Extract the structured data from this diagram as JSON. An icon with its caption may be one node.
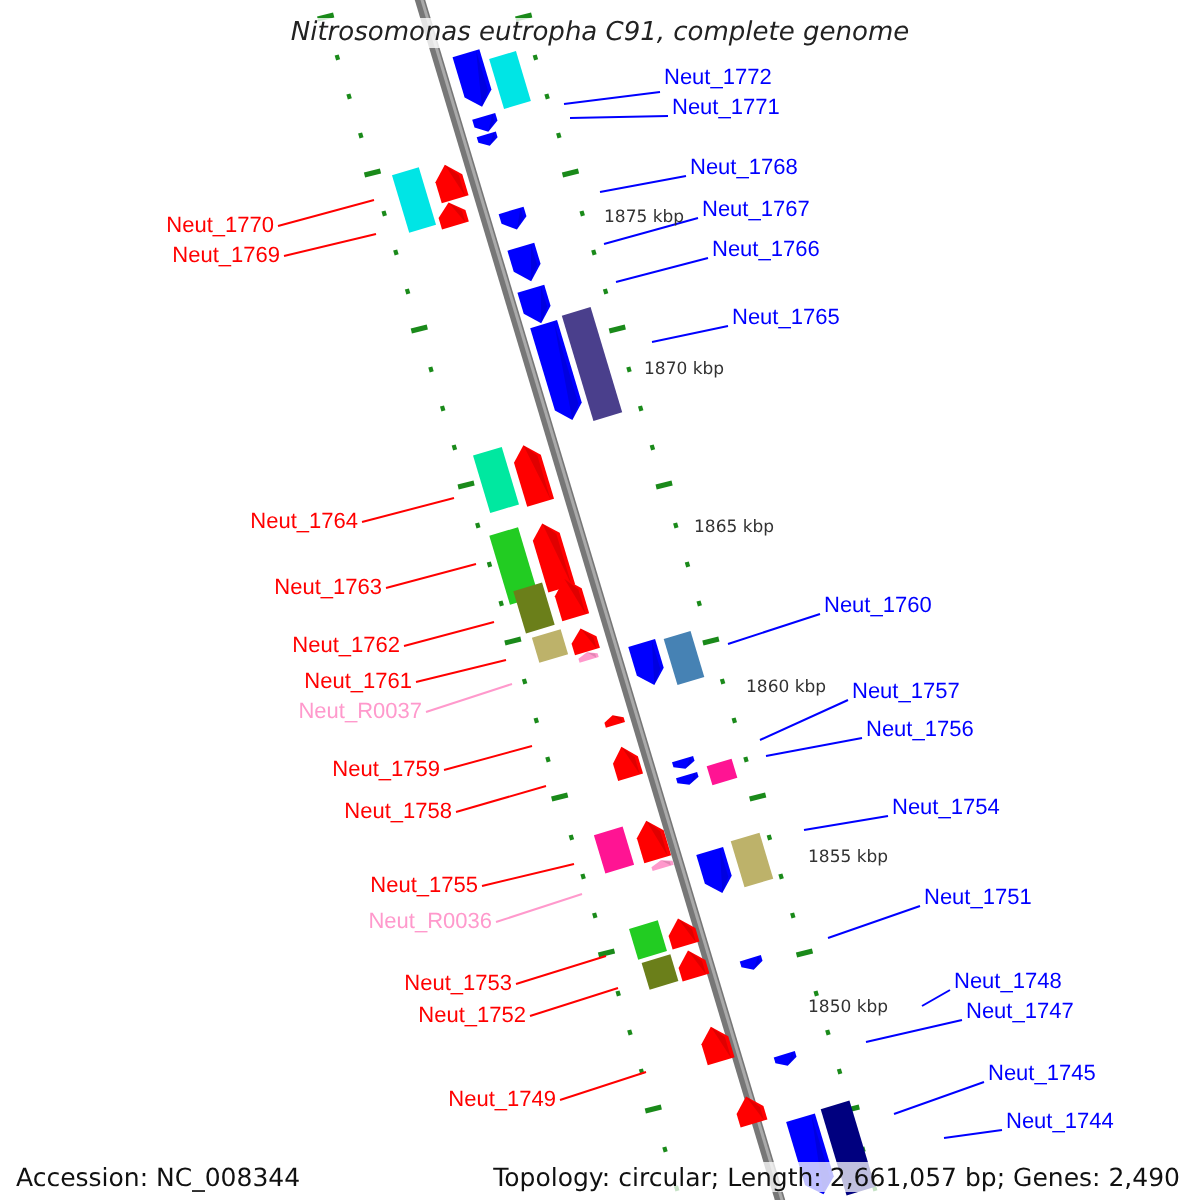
{
  "diagram": {
    "title": "Nitrosomonas eutropha C91, complete genome",
    "nodes": [
      {
        "text": [
          "Neut_1772"
        ]
      },
      {
        "text": [
          "Neut_1771"
        ]
      },
      {
        "text": [
          "Neut_1770"
        ]
      },
      {
        "text": [
          "Neut_1769"
        ]
      },
      {
        "text": [
          "Neut_1768"
        ]
      },
      {
        "text": [
          "Neut_1767"
        ]
      },
      {
        "text": [
          "Neut_1766"
        ]
      },
      {
        "text": [
          "Neut_1765"
        ]
      },
      {
        "text": [
          "Neut_1764"
        ]
      },
      {
        "text": [
          "Neut_1763"
        ]
      },
      {
        "text": [
          "Neut_1762"
        ]
      },
      {
        "text": [
          "Neut_1761"
        ]
      },
      {
        "text": [
          "Neut_R0037"
        ]
      },
      {
        "text": [
          "Neut_1760"
        ]
      },
      {
        "text": [
          "Neut_1757"
        ]
      },
      {
        "text": [
          "Neut_1756"
        ]
      },
      {
        "text": [
          "Neut_1759"
        ]
      },
      {
        "text": [
          "Neut_1758"
        ]
      },
      {
        "text": [
          "Neut_1754"
        ]
      },
      {
        "text": [
          "Neut_1755"
        ]
      },
      {
        "text": [
          "Neut_R0036"
        ]
      },
      {
        "text": [
          "Neut_1751"
        ]
      },
      {
        "text": [
          "Neut_1753"
        ]
      },
      {
        "text": [
          "Neut_1752"
        ]
      },
      {
        "text": [
          "Neut_1748"
        ]
      },
      {
        "text": [
          "Neut_1747"
        ]
      },
      {
        "text": [
          "Neut_1749"
        ]
      },
      {
        "text": [
          "Neut_1745"
        ]
      },
      {
        "text": [
          "Neut_1744"
        ]
      }
    ],
    "edges": [
      {
        "from": 0,
        "to": null,
        "arrow": "none"
      },
      {
        "from": 1,
        "to": null,
        "arrow": "none"
      },
      {
        "from": 2,
        "to": null,
        "arrow": "none",
        "color": "#ff0000"
      },
      {
        "from": 3,
        "to": null,
        "arrow": "none",
        "color": "#ff0000"
      },
      {
        "from": 4,
        "to": null,
        "arrow": "none"
      },
      {
        "from": 5,
        "to": null,
        "arrow": "none"
      },
      {
        "from": 6,
        "to": null,
        "arrow": "none"
      },
      {
        "from": 7,
        "to": null,
        "arrow": "none"
      },
      {
        "from": 8,
        "to": null,
        "arrow": "none",
        "color": "#ff0000"
      },
      {
        "from": 9,
        "to": null,
        "arrow": "none",
        "color": "#ff0000"
      },
      {
        "from": 10,
        "to": null,
        "arrow": "none",
        "color": "#ff0000"
      },
      {
        "from": 11,
        "to": null,
        "arrow": "none",
        "color": "#ff0000"
      },
      {
        "from": 12,
        "to": null,
        "arrow": "none",
        "color": "#ff99cc"
      },
      {
        "from": 13,
        "to": null,
        "arrow": "none"
      },
      {
        "from": 14,
        "to": null,
        "arrow": "none"
      },
      {
        "from": 15,
        "to": null,
        "arrow": "none"
      },
      {
        "from": 16,
        "to": null,
        "arrow": "none",
        "color": "#ff0000"
      },
      {
        "from": 17,
        "to": null,
        "arrow": "none",
        "color": "#ff0000"
      },
      {
        "from": 18,
        "to": null,
        "arrow": "none"
      },
      {
        "from": 19,
        "to": null,
        "arrow": "none",
        "color": "#ff0000"
      },
      {
        "from": 20,
        "to": null,
        "arrow": "none",
        "color": "#ff99cc"
      },
      {
        "from": 21,
        "to": null,
        "arrow": "none"
      },
      {
        "from": 22,
        "to": null,
        "arrow": "none",
        "color": "#ff0000"
      },
      {
        "from": 23,
        "to": null,
        "arrow": "none",
        "color": "#ff0000"
      },
      {
        "from": 24,
        "to": null,
        "arrow": "none"
      },
      {
        "from": 25,
        "to": null,
        "arrow": "none"
      },
      {
        "from": 26,
        "to": null,
        "arrow": "none",
        "color": "#ff0000"
      },
      {
        "from": 27,
        "to": null,
        "arrow": "none"
      },
      {
        "from": 28,
        "to": null,
        "arrow": "none"
      }
    ],
    "labels": [
      "1875 kbp",
      "1870 kbp",
      "1865 kbp",
      "1860 kbp",
      "1855 kbp",
      "1850 kbp",
      "Accession: NC_008344",
      "Topology: circular; Length: 2,661,057 bp; Genes: 2,490"
    ]
  }
}
